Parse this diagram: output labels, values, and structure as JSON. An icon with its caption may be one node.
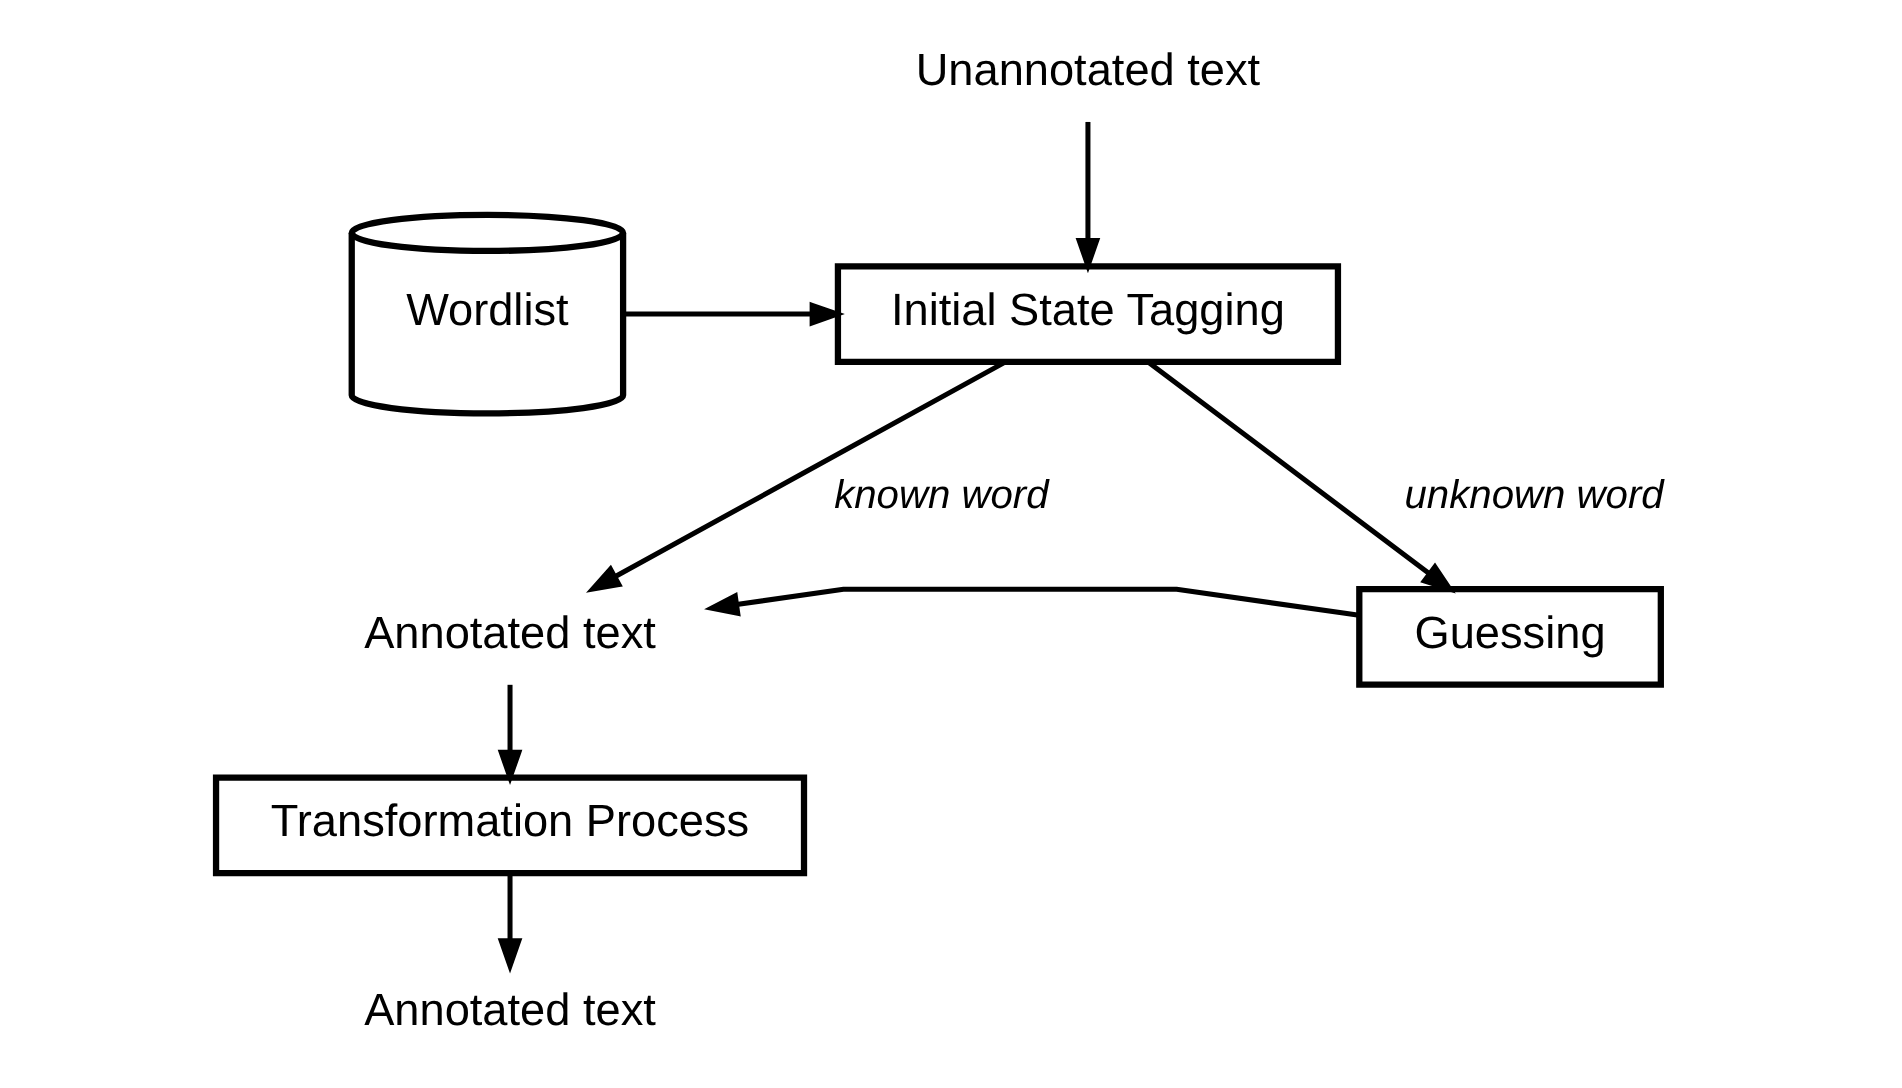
{
  "diagram": {
    "nodes": [
      {
        "text": [
          "Unannotated text"
        ]
      },
      {
        "text": [
          "Wordlist"
        ]
      },
      {
        "text": [
          "Initial State Tagging"
        ]
      },
      {
        "text": [
          "Annotated text"
        ]
      },
      {
        "text": [
          "Guessing"
        ]
      },
      {
        "text": [
          "Transformation Process"
        ]
      },
      {
        "text": [
          "Annotated text"
        ]
      }
    ],
    "edges": [
      {
        "from": 0,
        "to": 2,
        "arrow": "to"
      },
      {
        "from": 1,
        "to": 2,
        "arrow": "to"
      },
      {
        "from": 2,
        "to": 3,
        "label": "known word",
        "arrow": "to"
      },
      {
        "from": 2,
        "to": 4,
        "label": "unknown word",
        "arrow": "to"
      },
      {
        "from": 4,
        "to": 3,
        "arrow": "to"
      },
      {
        "from": 3,
        "to": 5,
        "arrow": "to"
      },
      {
        "from": 5,
        "to": 6,
        "arrow": "to"
      }
    ]
  }
}
